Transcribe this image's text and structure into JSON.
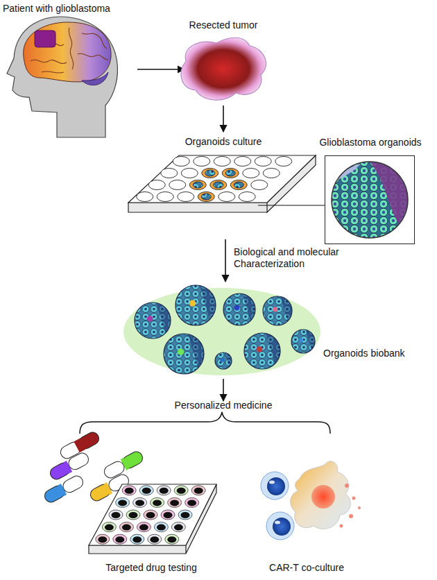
{
  "diagram": {
    "nodes": [
      {
        "text": [
          "Glioblastoma organoids"
        ]
      },
      {
        "text": [
          "Organoids biobank"
        ]
      }
    ],
    "labels": [
      "Patient with glioblastoma",
      "Resected tumor",
      "Organoids culture",
      "Biological and molecular Characterization",
      "Personalized medicine",
      "Targeted drug testing",
      "CAR-T co-culture"
    ]
  }
}
